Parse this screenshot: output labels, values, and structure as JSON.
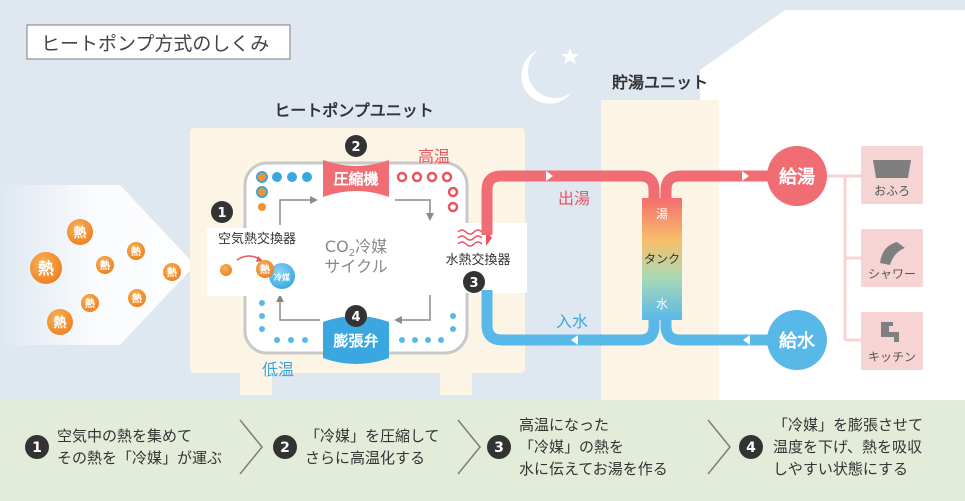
{
  "title": "ヒートポンプ方式のしくみ",
  "heat_pump_unit": {
    "label": "ヒートポンプユニット",
    "compressor": {
      "number": "2",
      "label": "圧縮機"
    },
    "expansion_valve": {
      "number": "4",
      "label": "膨張弁"
    },
    "air_heat_exchanger": {
      "number": "1",
      "label": "空気熱交換器",
      "heat_ball": "熱",
      "refrigerant_ball": "冷媒"
    },
    "water_heat_exchanger": {
      "number": "3",
      "label": "水熱交換器"
    },
    "cycle_line1_prefix": "CO",
    "cycle_line1_sub": "2",
    "cycle_line1_suffix": "冷媒",
    "cycle_line2": "サイクル",
    "high_temp": "高温",
    "low_temp": "低温"
  },
  "storage_unit": {
    "label": "貯湯ユニット",
    "tank_top": "湯",
    "tank_middle": "タンク",
    "tank_bottom": "水"
  },
  "pipes": {
    "out_label": "出湯",
    "in_label": "入水"
  },
  "outputs": {
    "hot_supply": "給湯",
    "water_supply": "給水",
    "bath": "おふろ",
    "shower": "シャワー",
    "kitchen": "キッチン"
  },
  "air_heat": "熱",
  "steps": [
    {
      "number": "1",
      "line1": "空気中の熱を集めて",
      "line2": "その熱を「冷媒」が運ぶ",
      "line3": ""
    },
    {
      "number": "2",
      "line1": "「冷媒」を圧縮して",
      "line2": "さらに高温化する",
      "line3": ""
    },
    {
      "number": "3",
      "line1": "高温になった",
      "line2": "「冷媒」の熱を",
      "line3": "水に伝えてお湯を作る"
    },
    {
      "number": "4",
      "line1": "「冷媒」を膨張させて",
      "line2": "温度を下げ、熱を吸収",
      "line3": "しやすい状態にする"
    }
  ],
  "colors": {
    "sky": "#dfe8f1",
    "bottom_band": "#e3ecd9",
    "unit_cream": "#fcf4e4",
    "hot_red": "#ef6d73",
    "cold_blue": "#58b8e8",
    "heat_orange": "#f2922e",
    "label_red": "#e9555f",
    "label_blue": "#3aa7e0",
    "pink_box": "#f7d4d4"
  }
}
